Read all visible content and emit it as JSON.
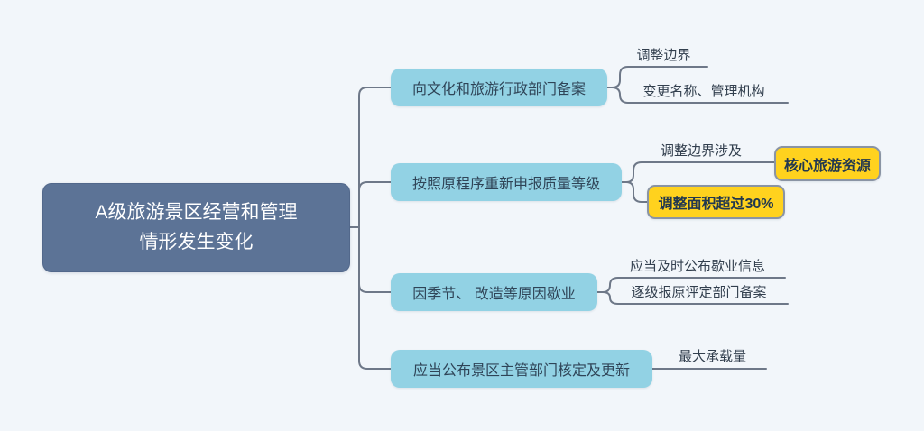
{
  "colors": {
    "background": "#F2F6FA",
    "root_fill": "#5C7396",
    "root_text": "#FFFFFF",
    "branch_fill": "#92D2E4",
    "branch_text": "#2F4457",
    "highlight_fill": "#FFD21E",
    "highlight_border": "#8A94A4",
    "line": "#6E7888"
  },
  "root": {
    "line1": "A级旅游景区经营和管理",
    "line2": "情形发生变化"
  },
  "branch1": {
    "topic": "向文化和旅游行政部门备案",
    "child1": "调整边界",
    "child2": "变更名称、管理机构"
  },
  "branch2": {
    "topic": "按照原程序重新申报质量等级",
    "child1": "调整边界涉及",
    "child1_child": "核心旅游资源",
    "child2": "调整面积超过30%"
  },
  "branch3": {
    "topic": "因季节、 改造等原因歇业",
    "child1": "应当及时公布歇业信息",
    "child2": "逐级报原评定部门备案"
  },
  "branch4": {
    "topic": "应当公布景区主管部门核定及更新",
    "child1": "最大承载量"
  }
}
